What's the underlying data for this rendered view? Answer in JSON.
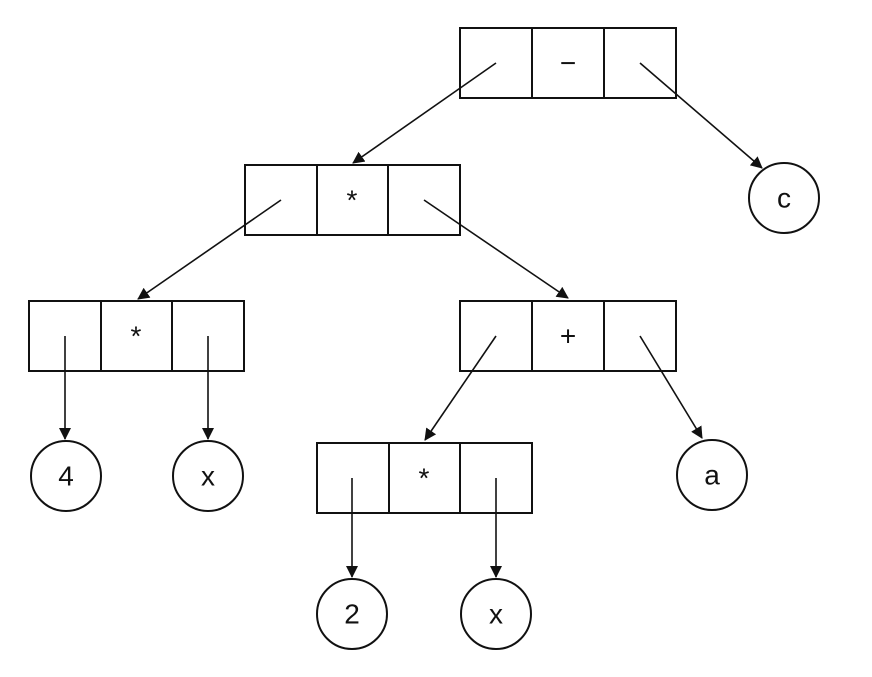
{
  "colors": {
    "stroke": "#111111",
    "background": "#ffffff"
  },
  "nodes": {
    "root": {
      "op": "−"
    },
    "mul1": {
      "op": "*"
    },
    "mul2": {
      "op": "*"
    },
    "plus": {
      "op": "+"
    },
    "mul3": {
      "op": "*"
    }
  },
  "leaves": {
    "c": {
      "label": "c"
    },
    "four": {
      "label": "4"
    },
    "x1": {
      "label": "x"
    },
    "a": {
      "label": "a"
    },
    "two": {
      "label": "2"
    },
    "x2": {
      "label": "x"
    }
  }
}
